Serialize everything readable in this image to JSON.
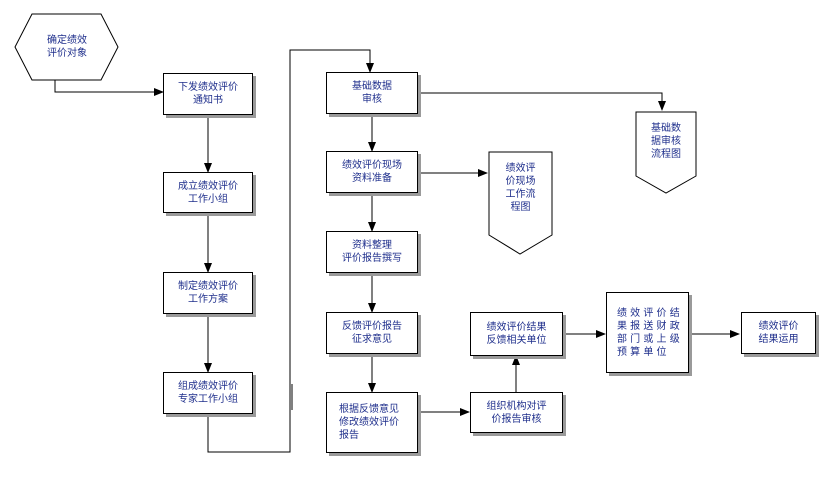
{
  "nodes": {
    "determine_target": "确定绩效\n评价对象",
    "issue_notice": "下发绩效评价\n通知书",
    "form_group": "成立绩效评价\n工作小组",
    "make_plan": "制定绩效评价\n工作方案",
    "form_expert_group": "组成绩效评价\n专家工作小组",
    "basic_data_review": "基础数据\n审核",
    "basic_data_flowchart": "基础数\n据审核\n流程图",
    "onsite_preparation": "绩效评价现场\n资料准备",
    "onsite_flowchart": "绩效评\n价现场\n工作流\n程图",
    "organize_report": "资料整理\n评价报告撰写",
    "feedback_report": "反馈评价报告\n征求意见",
    "revise_report": "根据反馈意见\n修改绩效评价\n报告",
    "org_review": "组织机构对评\n价报告审核",
    "feedback_results": "绩效评价结果\n反馈相关单位",
    "submit_results": "绩 效 评 价 结\n果 报 送 财 政\n部 门 或 上 级\n预 算 单 位",
    "apply_results": "绩效评价\n结果运用"
  }
}
